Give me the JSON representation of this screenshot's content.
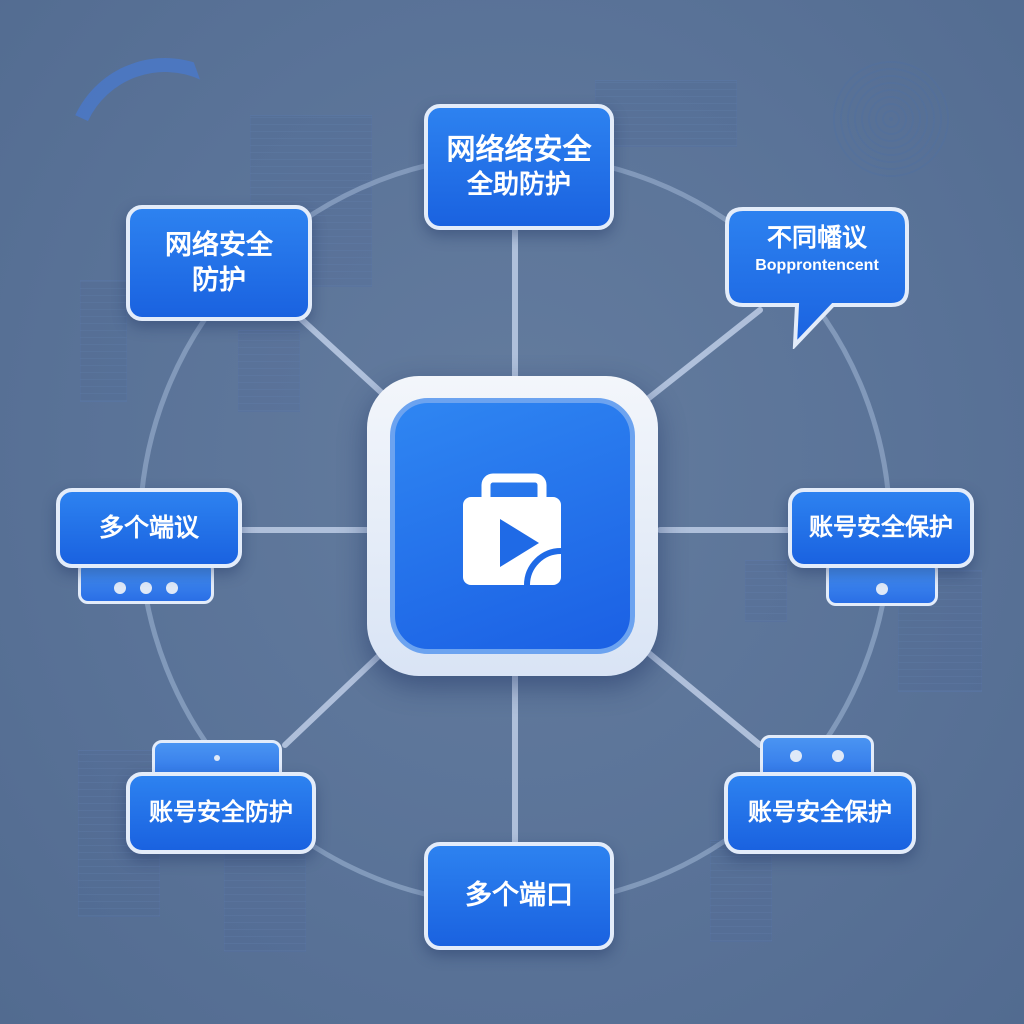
{
  "diagram": {
    "type": "hub-and-spoke",
    "center": {
      "icon": "video-bag-icon",
      "label": ""
    },
    "nodes": [
      {
        "id": "top",
        "lines": [
          "网络络安全",
          "全助防护"
        ]
      },
      {
        "id": "top-left",
        "lines": [
          "网络安全",
          "防护"
        ]
      },
      {
        "id": "top-right",
        "lines": [
          "不同幡议",
          "Bopprontencent"
        ],
        "shape": "speech-bubble"
      },
      {
        "id": "left",
        "lines": [
          "多个端议"
        ],
        "footer_dots": 3
      },
      {
        "id": "right",
        "lines": [
          "账号安全保护"
        ],
        "footer_dots": 1
      },
      {
        "id": "bottom-left",
        "lines": [
          "账号安全防护"
        ],
        "header_dots": 1
      },
      {
        "id": "bottom-right",
        "lines": [
          "账号安全保护"
        ],
        "header_dots": 2
      },
      {
        "id": "bottom",
        "lines": [
          "多个端口"
        ]
      }
    ]
  },
  "colors": {
    "background": "#5a7398",
    "node_fill": "#1f6ae6",
    "node_border": "#e3ecfa",
    "link": "#b8c8e2",
    "ring": "#8fa5c6"
  }
}
